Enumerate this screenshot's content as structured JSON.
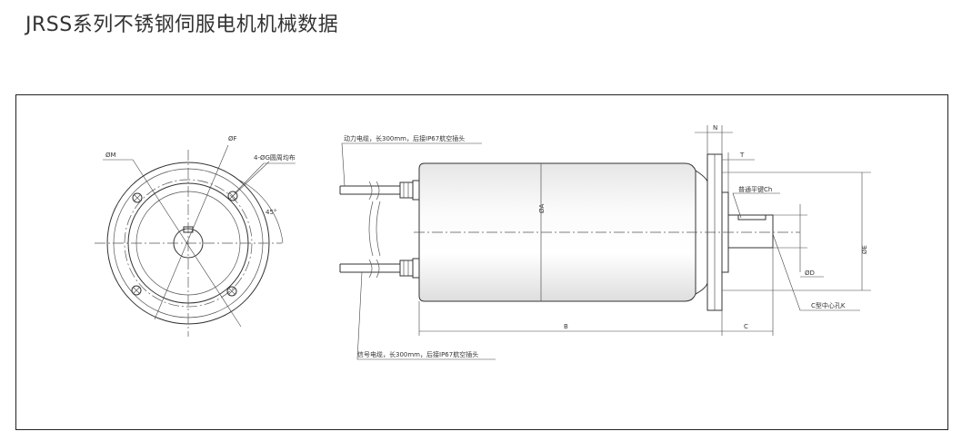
{
  "title": "JRSS系列不锈钢伺服电机机械数据",
  "labels": {
    "dia_m": "ØM",
    "dia_f": "ØF",
    "holes": "4-ØG圆周均布",
    "angle": "45°",
    "power_cable": "动力电缆，长300mm，后接IP67航空插头",
    "signal_cable": "信号电缆，长300mm，后接IP67航空插头",
    "dim_n": "N",
    "dim_t": "T",
    "key": "普通平键Ch",
    "dia_a": "ØA",
    "dia_d": "ØD",
    "dia_e": "ØE",
    "dim_b": "B",
    "dim_c": "C",
    "center_hole": "C型中心孔K"
  }
}
